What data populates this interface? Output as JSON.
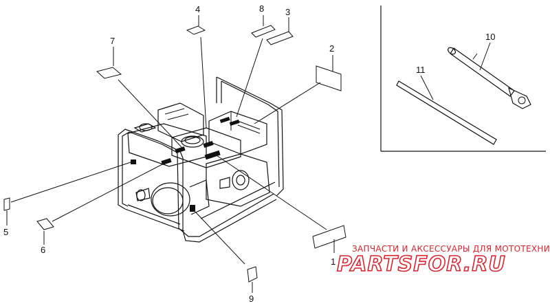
{
  "callouts": [
    {
      "id": "1",
      "text": "1"
    },
    {
      "id": "2",
      "text": "2"
    },
    {
      "id": "3",
      "text": "3"
    },
    {
      "id": "4",
      "text": "4"
    },
    {
      "id": "5",
      "text": "5"
    },
    {
      "id": "6",
      "text": "6"
    },
    {
      "id": "7",
      "text": "7"
    },
    {
      "id": "8",
      "text": "8"
    },
    {
      "id": "9",
      "text": "9"
    },
    {
      "id": "10",
      "text": "10"
    },
    {
      "id": "11",
      "text": "11"
    }
  ],
  "watermark": {
    "caption": "ЗАПЧАСТИ И АКСЕССУАРЫ ДЛЯ МОТОТЕХНИКИ",
    "brand": "PARTSFOR.RU",
    "color": "#d9232d"
  }
}
